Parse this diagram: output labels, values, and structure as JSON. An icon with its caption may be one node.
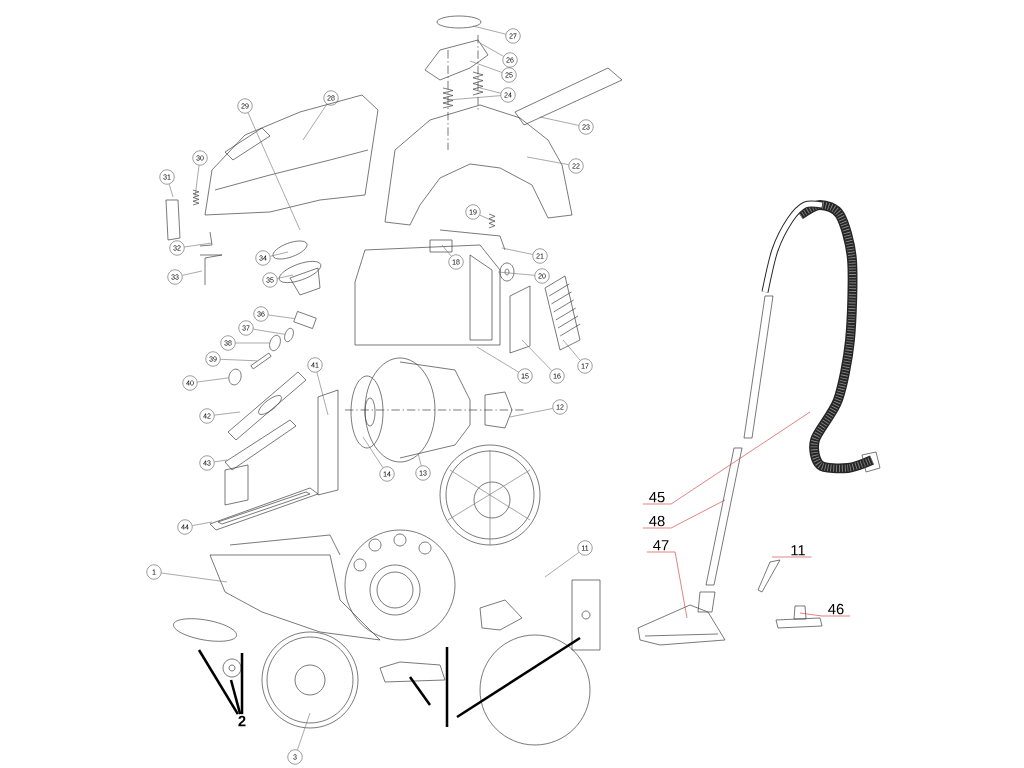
{
  "diagram": {
    "nodes": [
      {
        "text": [
          "27"
        ]
      },
      {
        "text": [
          "26"
        ]
      },
      {
        "text": [
          "25"
        ]
      },
      {
        "text": [
          "24"
        ]
      },
      {
        "text": [
          "28"
        ]
      },
      {
        "text": [
          "29"
        ]
      },
      {
        "text": [
          "23"
        ]
      },
      {
        "text": [
          "30"
        ]
      },
      {
        "text": [
          "22"
        ]
      },
      {
        "text": [
          "31"
        ]
      },
      {
        "text": [
          "19"
        ]
      },
      {
        "text": [
          "32"
        ]
      },
      {
        "text": [
          "21"
        ]
      },
      {
        "text": [
          "34"
        ]
      },
      {
        "text": [
          "18"
        ]
      },
      {
        "text": [
          "20"
        ]
      },
      {
        "text": [
          "33"
        ]
      },
      {
        "text": [
          "35"
        ]
      },
      {
        "text": [
          "36"
        ]
      },
      {
        "text": [
          "37"
        ]
      },
      {
        "text": [
          "38"
        ]
      },
      {
        "text": [
          "39"
        ]
      },
      {
        "text": [
          "41"
        ]
      },
      {
        "text": [
          "17"
        ]
      },
      {
        "text": [
          "15"
        ]
      },
      {
        "text": [
          "16"
        ]
      },
      {
        "text": [
          "40"
        ]
      },
      {
        "text": [
          "12"
        ]
      },
      {
        "text": [
          "42"
        ]
      },
      {
        "text": [
          "43"
        ]
      },
      {
        "text": [
          "14"
        ]
      },
      {
        "text": [
          "13"
        ]
      },
      {
        "text": [
          "45"
        ]
      },
      {
        "text": [
          "48"
        ]
      },
      {
        "text": [
          "44"
        ]
      },
      {
        "text": [
          "47"
        ]
      },
      {
        "text": [
          "11"
        ]
      },
      {
        "text": [
          "11"
        ]
      },
      {
        "text": [
          "1"
        ]
      },
      {
        "text": [
          "46"
        ]
      },
      {
        "text": [
          "2"
        ]
      },
      {
        "text": [
          "3"
        ]
      },
      {
        "text": [],
        "shape": "picture"
      },
      {
        "text": [],
        "shape": "picture"
      },
      {
        "text": [],
        "shape": "picture"
      },
      {
        "text": [],
        "shape": "picture"
      },
      {
        "text": [],
        "shape": "bar"
      }
    ],
    "edges": [
      {
        "from": 0,
        "to": null,
        "arrow": "none"
      },
      {
        "from": 1,
        "to": null,
        "arrow": "none"
      },
      {
        "from": 2,
        "to": null,
        "arrow": "none"
      },
      {
        "from": 3,
        "to": null,
        "arrow": "none"
      },
      {
        "from": 3,
        "to": null,
        "arrow": "none"
      },
      {
        "from": 4,
        "to": null,
        "arrow": "none"
      },
      {
        "from": 5,
        "to": null,
        "arrow": "none"
      },
      {
        "from": 6,
        "to": null,
        "arrow": "none"
      },
      {
        "from": 7,
        "to": null,
        "arrow": "none"
      },
      {
        "from": 8,
        "to": null,
        "arrow": "none"
      },
      {
        "from": 9,
        "to": null,
        "arrow": "none"
      },
      {
        "from": 10,
        "to": null,
        "arrow": "none"
      },
      {
        "from": 11,
        "to": null,
        "arrow": "none"
      },
      {
        "from": 12,
        "to": null,
        "arrow": "none"
      },
      {
        "from": 13,
        "to": null,
        "arrow": "none"
      },
      {
        "from": 14,
        "to": null,
        "arrow": "none"
      },
      {
        "from": 15,
        "to": null,
        "arrow": "none"
      },
      {
        "from": 16,
        "to": null,
        "arrow": "none"
      },
      {
        "from": 17,
        "to": null,
        "arrow": "none"
      },
      {
        "from": 18,
        "to": 42,
        "arrow": "none"
      },
      {
        "from": 19,
        "to": 43,
        "arrow": "none"
      },
      {
        "from": 20,
        "to": 44,
        "arrow": "none"
      },
      {
        "from": 21,
        "to": 46,
        "arrow": "none"
      },
      {
        "from": 22,
        "to": null,
        "arrow": "none"
      },
      {
        "from": 23,
        "to": null,
        "arrow": "none"
      },
      {
        "from": 24,
        "to": null,
        "arrow": "none"
      },
      {
        "from": 25,
        "to": null,
        "arrow": "none"
      },
      {
        "from": 26,
        "to": 45,
        "arrow": "none"
      },
      {
        "from": 27,
        "to": null,
        "arrow": "none"
      },
      {
        "from": 28,
        "to": null,
        "arrow": "none"
      },
      {
        "from": 29,
        "to": null,
        "arrow": "none"
      },
      {
        "from": 30,
        "to": null,
        "arrow": "none"
      },
      {
        "from": 31,
        "to": null,
        "arrow": "none"
      },
      {
        "from": 32,
        "to": null,
        "arrow": "none",
        "color": "#d33b3b"
      },
      {
        "from": 33,
        "to": null,
        "arrow": "none",
        "color": "#d33b3b"
      },
      {
        "from": 34,
        "to": null,
        "arrow": "none"
      },
      {
        "from": 35,
        "to": null,
        "arrow": "none",
        "color": "#d33b3b"
      },
      {
        "from": 36,
        "to": null,
        "arrow": "none"
      },
      {
        "from": 37,
        "to": null,
        "arrow": "none",
        "color": "#d33b3b"
      },
      {
        "from": 38,
        "to": null,
        "arrow": "none"
      },
      {
        "from": 39,
        "to": null,
        "arrow": "none",
        "color": "#d33b3b"
      },
      {
        "from": 40,
        "to": null,
        "arrow": "none",
        "style": "thick",
        "color": "#000000"
      },
      {
        "from": 40,
        "to": null,
        "arrow": "none",
        "style": "thick",
        "color": "#000000"
      },
      {
        "from": 40,
        "to": null,
        "arrow": "none",
        "style": "thick",
        "color": "#000000"
      },
      {
        "from": 41,
        "to": null,
        "arrow": "none"
      }
    ]
  }
}
